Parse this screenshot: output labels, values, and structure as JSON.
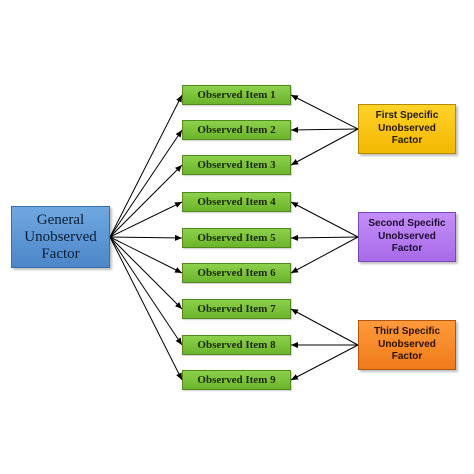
{
  "general_factor": {
    "label": "General\nUnobserved\nFactor"
  },
  "observed_items": [
    "Observed Item 1",
    "Observed Item 2",
    "Observed Item 3",
    "Observed Item 4",
    "Observed Item 5",
    "Observed Item 6",
    "Observed Item 7",
    "Observed Item 8",
    "Observed Item 9"
  ],
  "specific_factors": [
    {
      "label": "First Specific\nUnobserved\nFactor",
      "color": "#f5bd00",
      "items": [
        1,
        2,
        3
      ]
    },
    {
      "label": "Second Specific\nUnobserved\nFactor",
      "color": "#b07af0",
      "items": [
        4,
        5,
        6
      ]
    },
    {
      "label": "Third Specific\nUnobserved\nFactor",
      "color": "#f5861f",
      "items": [
        7,
        8,
        9
      ]
    }
  ],
  "colors": {
    "general": "#5b95d6",
    "observed": "#7cc13c",
    "arrow": "#000000"
  }
}
